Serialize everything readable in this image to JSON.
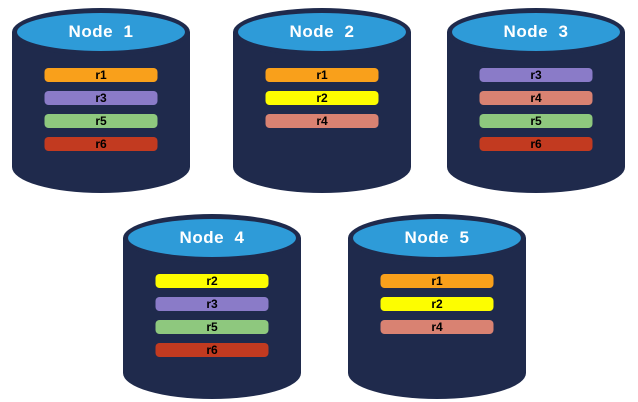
{
  "diagram_title": "database-nodes-replica-placement",
  "colors": {
    "cylinder_body": "#1F2A4C",
    "cylinder_top": "#2E9BD8",
    "title_text": "#FFFFFF",
    "bar_text": "#000000",
    "r1": "#F9A01B",
    "r2": "#FDFD00",
    "r3": "#8A7BC8",
    "r4": "#D98272",
    "r5": "#8EC87E",
    "r6": "#C23A20"
  },
  "nodes": [
    {
      "title": "Node  1",
      "replicas": [
        {
          "label": "r1",
          "color": "#F9A01B"
        },
        {
          "label": "r3",
          "color": "#8A7BC8"
        },
        {
          "label": "r5",
          "color": "#8EC87E"
        },
        {
          "label": "r6",
          "color": "#C23A20"
        }
      ]
    },
    {
      "title": "Node  2",
      "replicas": [
        {
          "label": "r1",
          "color": "#F9A01B"
        },
        {
          "label": "r2",
          "color": "#FDFD00"
        },
        {
          "label": "r4",
          "color": "#D98272"
        }
      ]
    },
    {
      "title": "Node  3",
      "replicas": [
        {
          "label": "r3",
          "color": "#8A7BC8"
        },
        {
          "label": "r4",
          "color": "#D98272"
        },
        {
          "label": "r5",
          "color": "#8EC87E"
        },
        {
          "label": "r6",
          "color": "#C23A20"
        }
      ]
    },
    {
      "title": "Node  4",
      "replicas": [
        {
          "label": "r2",
          "color": "#FDFD00"
        },
        {
          "label": "r3",
          "color": "#8A7BC8"
        },
        {
          "label": "r5",
          "color": "#8EC87E"
        },
        {
          "label": "r6",
          "color": "#C23A20"
        }
      ]
    },
    {
      "title": "Node  5",
      "replicas": [
        {
          "label": "r1",
          "color": "#F9A01B"
        },
        {
          "label": "r2",
          "color": "#FDFD00"
        },
        {
          "label": "r4",
          "color": "#D98272"
        }
      ]
    }
  ]
}
